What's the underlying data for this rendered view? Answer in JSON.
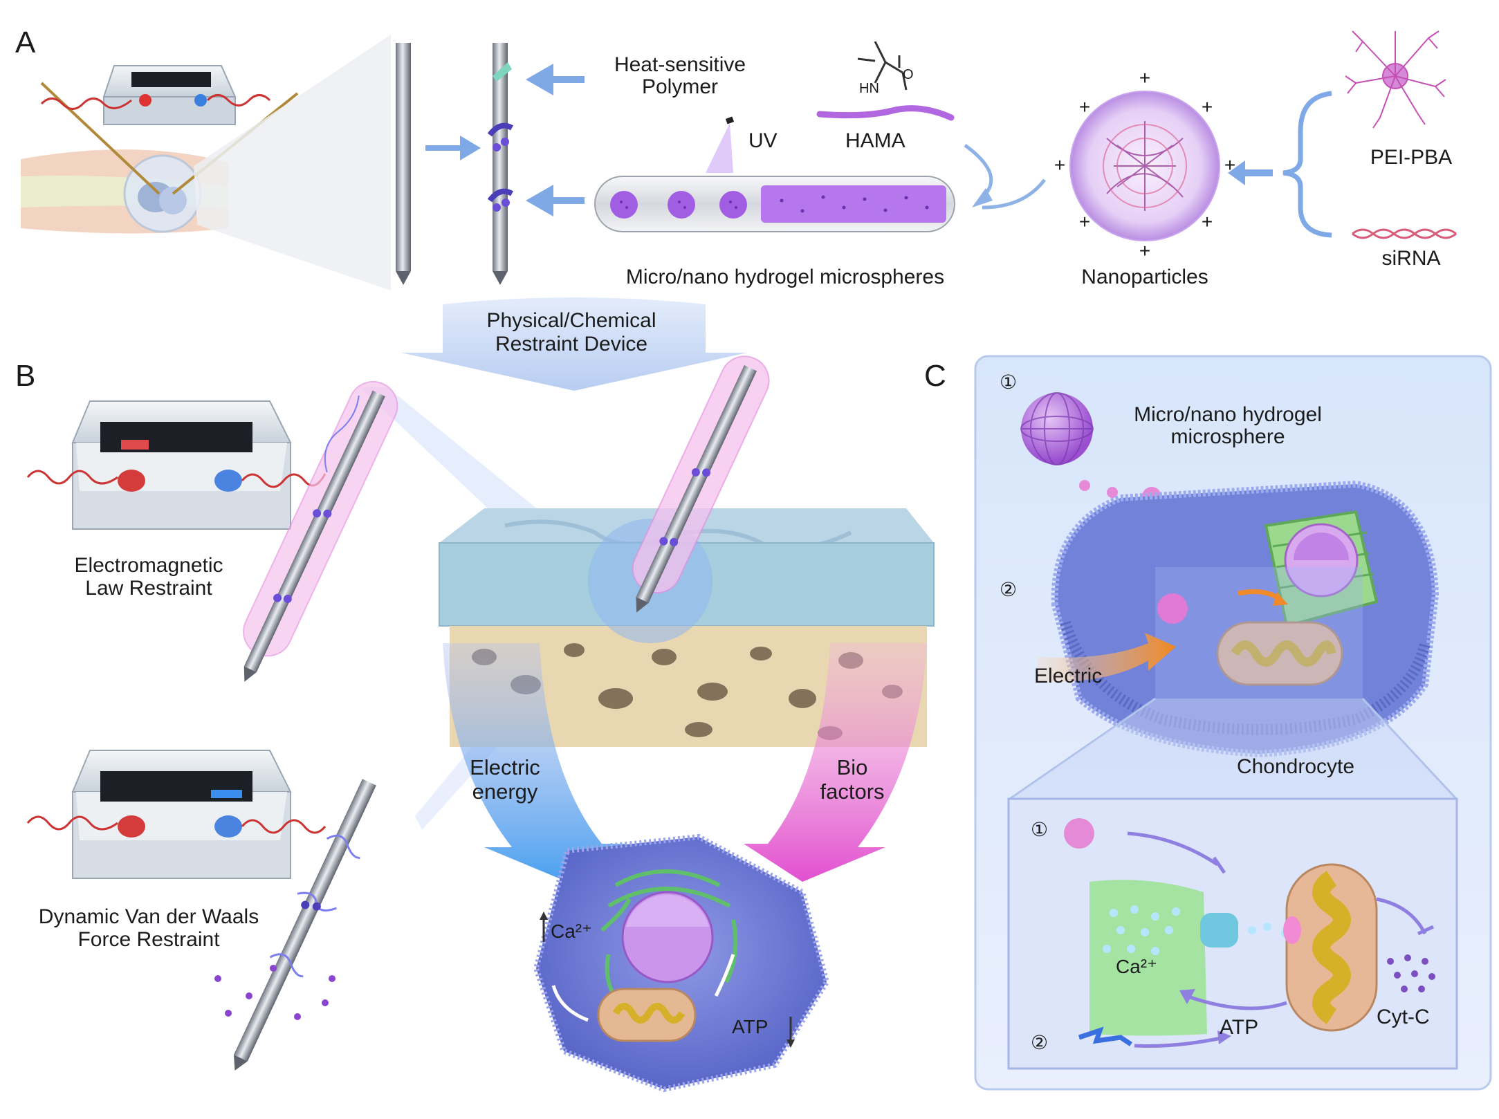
{
  "panels": {
    "a": "A",
    "b": "B",
    "c": "C"
  },
  "panel_a": {
    "heat_sensitive_polymer": [
      "Heat-sensitive",
      "Polymer"
    ],
    "uv": "UV",
    "hama": "HAMA",
    "hn": "HN",
    "o": "O",
    "microspheres": "Micro/nano hydrogel microspheres",
    "nanoparticles": "Nanoparticles",
    "pei_pba": "PEI-PBA",
    "sirna": "siRNA",
    "plus": "+"
  },
  "center_arrow": [
    "Physical/Chemical",
    "Restraint Device"
  ],
  "panel_b": {
    "electromagnetic": [
      "Electromagnetic",
      "Law Restraint"
    ],
    "van_der_waals": [
      "Dynamic Van der Waals",
      "Force Restraint"
    ],
    "electric_energy": [
      "Electric",
      "energy"
    ],
    "bio_factors": [
      "Bio",
      "factors"
    ],
    "ca": "Ca²⁺",
    "atp": "ATP"
  },
  "panel_c": {
    "step1": "①",
    "step2": "②",
    "microsphere": [
      "Micro/nano hydrogel",
      "microsphere"
    ],
    "electric": "Electric",
    "chondrocyte": "Chondrocyte",
    "ca": "Ca²⁺",
    "atp": "ATP",
    "cytc": "Cyt-C"
  },
  "colors": {
    "purple": "#a35ee0",
    "blue_arrow": "#7fa8e6",
    "cell_blue": "#6e7fd6",
    "inset_bg": "#dbe4fa",
    "orange": "#f08a2a",
    "green": "#a8e0a0"
  }
}
